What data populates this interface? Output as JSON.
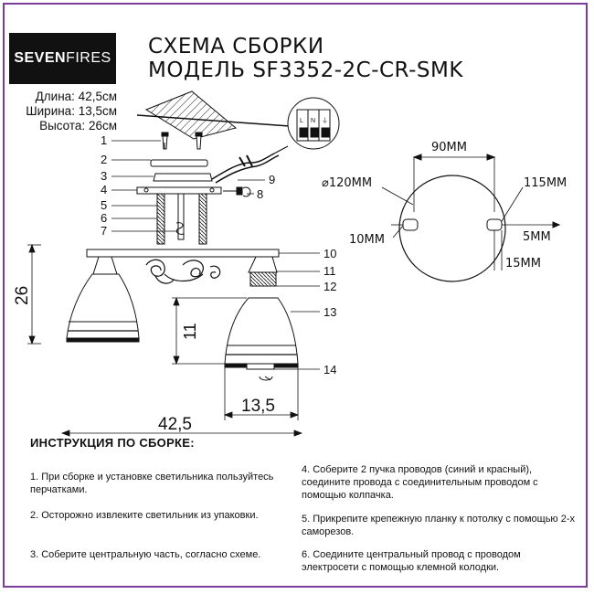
{
  "header": {
    "logo_seven": "SEVEN",
    "logo_fires": "FIRES",
    "title_line1": "СХЕМА СБОРКИ",
    "title_line2": "МОДЕЛЬ SF3352-2C-CR-SMK"
  },
  "specs": {
    "length": "Длина: 42,5см",
    "width": "Ширина: 13,5см",
    "height": "Высота: 26см"
  },
  "parts": [
    "1",
    "2",
    "3",
    "4",
    "5",
    "6",
    "7",
    "8",
    "9",
    "10",
    "11",
    "12",
    "13",
    "14"
  ],
  "terminal_labels": [
    "L",
    "N",
    "⏚"
  ],
  "dimensions": {
    "height": "26",
    "shade_height": "11",
    "shade_width": "13,5",
    "total_length": "42,5",
    "bracket_distance": "90ММ",
    "plate_diameter": "⌀120ММ",
    "hole_distance": "115ММ",
    "slot_left": "10ММ",
    "slot_right": "5ММ",
    "offset": "15ММ"
  },
  "instructions": {
    "heading": "ИНСТРУКЦИЯ ПО СБОРКЕ:",
    "step1": "1. При сборке и установке светильника пользуйтесь перчатками.",
    "step2": "2. Осторожно извлеките светильник из упаковки.",
    "step3": "3. Соберите центральную часть, согласно схеме.",
    "step4": "4. Соберите 2 пучка проводов (синий и красный), соедините провода с соединительным проводом с помощью колпачка.",
    "step5": "5. Прикрепите крепежную планку к потолку с помощью 2-х саморезов.",
    "step6": "6. Соедините центральный провод с проводом электросети с помощью клемной колодки."
  },
  "colors": {
    "border": "#7a3d9a",
    "ink": "#111111"
  }
}
